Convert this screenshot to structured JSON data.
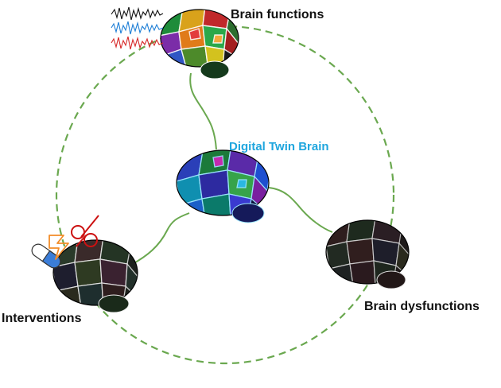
{
  "labels": {
    "brain_functions": "Brain functions",
    "digital_twin_brain": "Digital Twin Brain",
    "interventions": "Interventions",
    "brain_dysfunctions": "Brain dysfunctions"
  },
  "colors": {
    "dashed_circle": "#6aa84f",
    "connector": "#6aa84f",
    "twin_label": "#1fa6de",
    "signal_black": "#111111",
    "signal_blue": "#1f7fd6",
    "signal_red": "#d62828",
    "pill_blue": "#3b7dd8",
    "bolt_orange": "#f28c28",
    "scissors_red": "#cc1111"
  },
  "icons": {
    "brain_functions": "brain-icon",
    "digital_twin_brain": "brain-icon",
    "interventions": "brain-icon",
    "brain_dysfunctions": "brain-icon",
    "signals": "signal-waves-icon",
    "pill": "pill-icon",
    "stimulation": "lightning-icon",
    "surgery": "scissors-icon"
  }
}
